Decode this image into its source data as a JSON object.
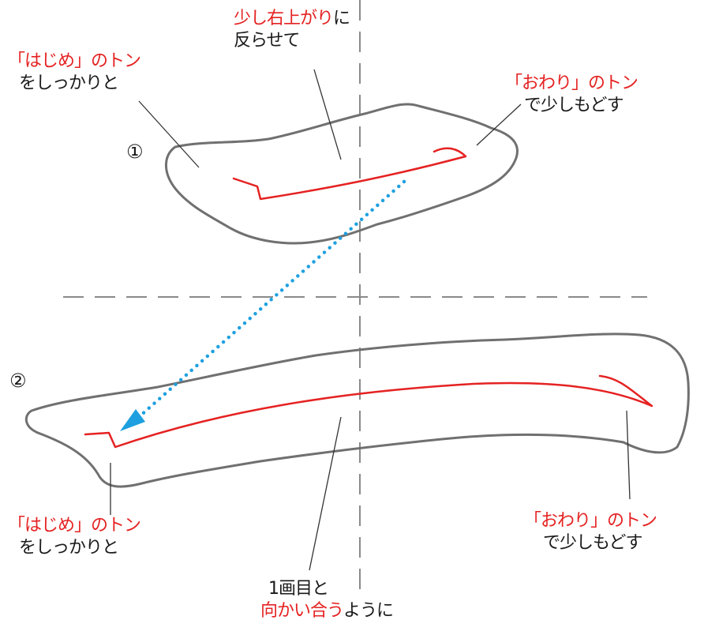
{
  "colors": {
    "red": "#e52222",
    "black": "#1a1a1a",
    "outline": "#707070",
    "guide": "#8a8a8a",
    "arrow": "#1ea0e0"
  },
  "steps": {
    "one": "①",
    "two": "②"
  },
  "top": {
    "top_label": {
      "red": "少し右上がり",
      "black": "に",
      "line2": "反らせて"
    },
    "start_label": {
      "red": "「はじめ」のトン",
      "line2": "をしっかりと"
    },
    "end_label": {
      "red": "「おわり」のトン",
      "line2": "で少しもどす"
    }
  },
  "bottom": {
    "start_label": {
      "red": "「はじめ」のトン",
      "line2": "をしっかりと"
    },
    "end_label": {
      "red": "「おわり」のトン",
      "line2": "で少しもどす"
    },
    "middle_label": {
      "line1": "1画目と",
      "red": "向かい合う",
      "black": "ように"
    }
  }
}
